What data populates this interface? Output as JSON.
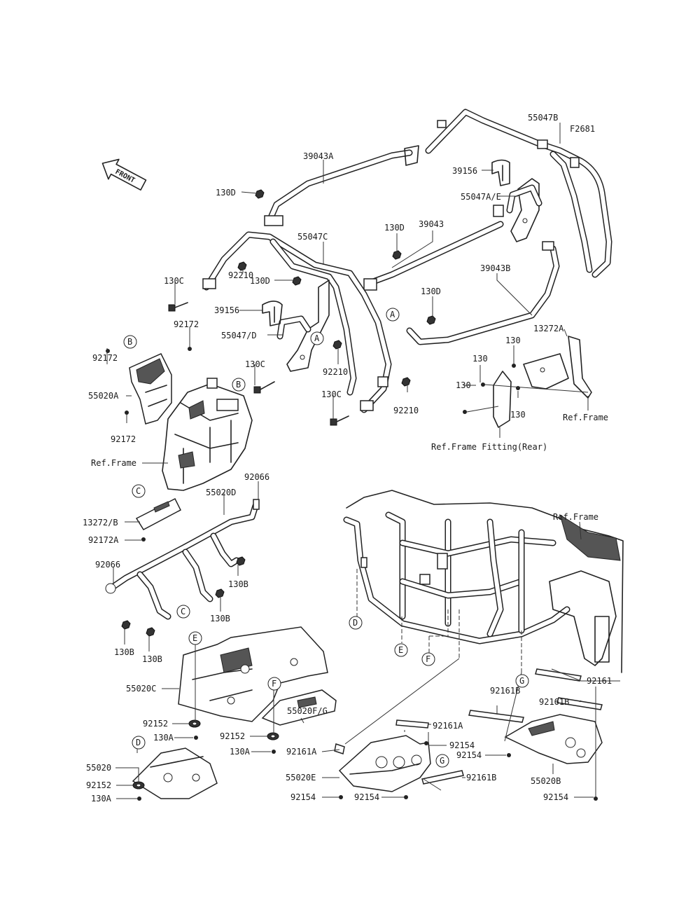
{
  "figure_code": "F2681",
  "front_arrow": "FRONT",
  "callouts": {
    "p55047B": "55047B",
    "p39043A": "39043A",
    "p130D_1": "130D",
    "p39156_1": "39156",
    "p55047AE": "55047A/E",
    "p130D_2": "130D",
    "p39043": "39043",
    "p55047C": "55047C",
    "p130C_1": "130C",
    "p92210_1": "92210",
    "p130D_3": "130D",
    "p39043B": "39043B",
    "p130D_4": "130D",
    "p39156_2": "39156",
    "p92172_1": "92172",
    "p55047D": "55047/D",
    "p13272A": "13272A",
    "p130_1": "130",
    "p92172_2": "92172",
    "p130C_2": "130C",
    "p92210_2": "92210",
    "p130_2": "130",
    "p55020A": "55020A",
    "p130_3": "130",
    "p130C_3": "130C",
    "p92210_3": "92210",
    "p130_4": "130",
    "ref_frame_1": "Ref.Frame",
    "p92172_3": "92172",
    "ref_frame_fitting": "Ref.Frame Fitting(Rear)",
    "ref_frame_2": "Ref.Frame",
    "p92066_1": "92066",
    "p55020D": "55020D",
    "ref_frame_3": "Ref.Frame",
    "p13272B": "13272/B",
    "p92172A": "92172A",
    "p92066_2": "92066",
    "p130B_1": "130B",
    "p130B_2": "130B",
    "p130B_3": "130B",
    "p130B_4": "130B",
    "p55020C": "55020C",
    "p92161": "92161",
    "p92161B_1": "92161B",
    "p92161B_2": "92161B",
    "p92152_1": "92152",
    "p130A_1": "130A",
    "p92152_2": "92152",
    "p55020FG": "55020F/G",
    "p92161A_1": "92161A",
    "p92154_1": "92154",
    "p130A_2": "130A",
    "p92161A_2": "92161A",
    "p92154_2": "92154",
    "p55020": "55020",
    "p92161B_3": "92161B",
    "p92152_3": "92152",
    "p55020E": "55020E",
    "p55020B": "55020B",
    "p130A_3": "130A",
    "p92154_3": "92154",
    "p92154_4": "92154",
    "p92154_5": "92154"
  },
  "ref_markers": {
    "A1": "A",
    "A2": "A",
    "B1": "B",
    "B2": "B",
    "C1": "C",
    "C2": "C",
    "D1": "D",
    "D2": "D",
    "E1": "E",
    "E2": "E",
    "F1": "F",
    "F2": "F",
    "G1": "G",
    "G2": "G"
  }
}
